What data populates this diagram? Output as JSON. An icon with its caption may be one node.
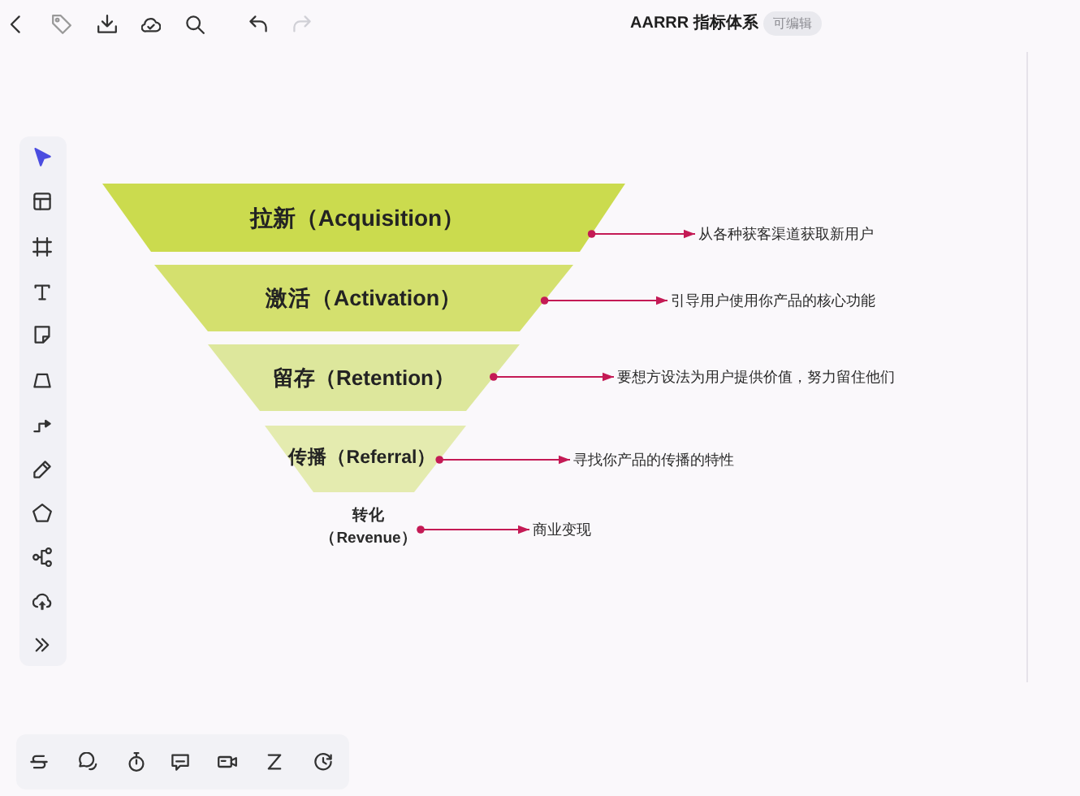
{
  "diagram": {
    "title": "AARRR 指标体系",
    "nodes": [
      {
        "text": [
          "拉新（Acquisition）"
        ]
      },
      {
        "text": [
          "从各种获客渠道获取新用户"
        ]
      },
      {
        "text": [
          "激活（Activation）"
        ]
      },
      {
        "text": [
          "引导用户使用你产品的核心功能"
        ]
      },
      {
        "text": [
          "留存（Retention）"
        ]
      },
      {
        "text": [
          "要想方设法为用户提供价值，努力留住他们"
        ]
      },
      {
        "text": [
          "传播（Referral）"
        ]
      },
      {
        "text": [
          "寻找你产品的传播的特性"
        ]
      },
      {
        "text": [
          "转化（Revenue）"
        ]
      },
      {
        "text": [
          "商业变现"
        ]
      }
    ],
    "edges": [
      {
        "from": 0,
        "to": 1,
        "arrow": "to"
      },
      {
        "from": 2,
        "to": 3,
        "arrow": "to"
      },
      {
        "from": 4,
        "to": 5,
        "arrow": "to"
      },
      {
        "from": 6,
        "to": 7,
        "arrow": "to"
      },
      {
        "from": 8,
        "to": 9,
        "arrow": "to"
      }
    ],
    "labels": [
      "可编辑"
    ]
  }
}
